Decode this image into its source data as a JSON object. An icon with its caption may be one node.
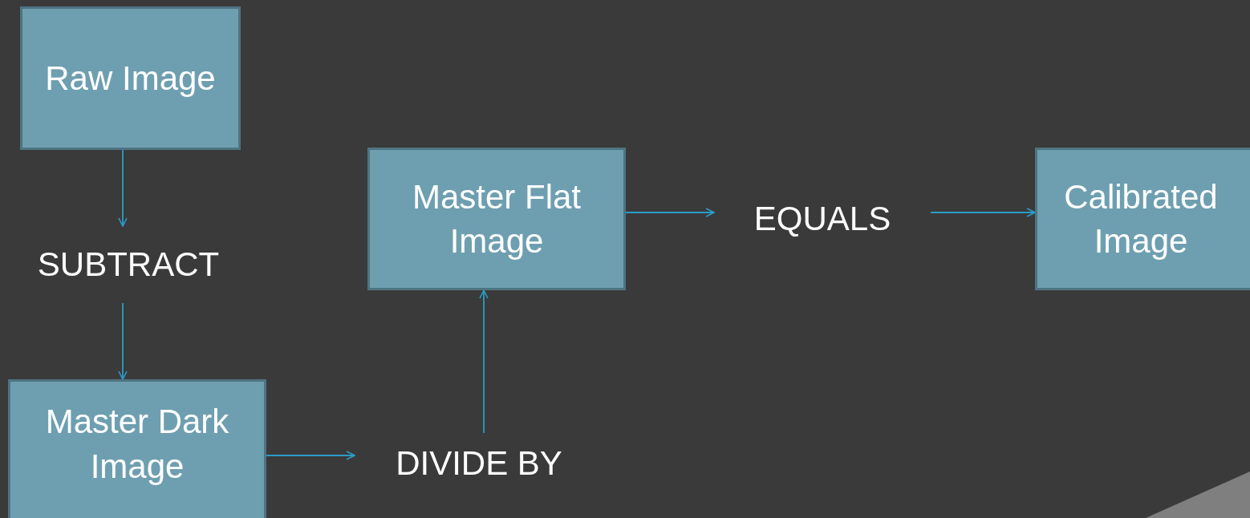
{
  "diagram": {
    "nodes": [
      {
        "text": [
          "Raw Image"
        ]
      },
      {
        "text": [
          "SUBTRACT"
        ]
      },
      {
        "text": [
          "Master Dark Image"
        ]
      },
      {
        "text": [
          "DIVIDE BY"
        ]
      },
      {
        "text": [
          "Master Flat Image"
        ]
      },
      {
        "text": [
          "EQUALS"
        ]
      },
      {
        "text": [
          "Calibrated Image"
        ]
      }
    ],
    "edges": [
      {
        "from": 0,
        "to": 1,
        "arrow": "to"
      },
      {
        "from": 1,
        "to": 2,
        "arrow": "to"
      },
      {
        "from": 2,
        "to": 3,
        "arrow": "to"
      },
      {
        "from": 3,
        "to": 4,
        "arrow": "to"
      },
      {
        "from": 4,
        "to": 5,
        "arrow": "to"
      },
      {
        "from": 5,
        "to": 6,
        "arrow": "to"
      }
    ]
  }
}
